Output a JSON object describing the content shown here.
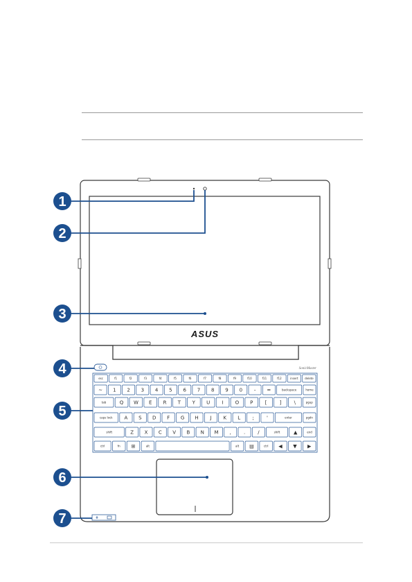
{
  "callouts": [
    {
      "number": "1"
    },
    {
      "number": "2"
    },
    {
      "number": "3"
    },
    {
      "number": "4"
    },
    {
      "number": "5"
    },
    {
      "number": "6"
    },
    {
      "number": "7"
    }
  ],
  "colors": {
    "callout_fill": "#1c4f8f",
    "leader_line": "#1c4f8f",
    "outline": "#3a3a3a",
    "key_outline": "#2e5c99"
  },
  "laptop": {
    "logo": "ASUS",
    "palmrest_brand": "SonicMaster",
    "keyboard": {
      "row_fn": [
        "esc",
        "f1",
        "f2",
        "f3",
        "f4",
        "f5",
        "f6",
        "f7",
        "f8",
        "f9",
        "f10",
        "f11",
        "f12",
        "insert",
        "delete"
      ],
      "row_num": [
        "~",
        "1",
        "2",
        "3",
        "4",
        "5",
        "6",
        "7",
        "8",
        "9",
        "0",
        "-",
        "=",
        "backspace",
        "home"
      ],
      "row_q": [
        "tab",
        "Q",
        "W",
        "E",
        "R",
        "T",
        "Y",
        "U",
        "I",
        "O",
        "P",
        "[",
        "]",
        "\\",
        "pgup"
      ],
      "row_a": [
        "caps lock",
        "A",
        "S",
        "D",
        "F",
        "G",
        "H",
        "J",
        "K",
        "L",
        ";",
        "'",
        "enter",
        "pgdn"
      ],
      "row_z": [
        "shift",
        "Z",
        "X",
        "C",
        "V",
        "B",
        "N",
        "M",
        ",",
        ".",
        "/",
        "shift",
        "▲",
        "end"
      ],
      "row_ctrl": [
        "ctrl",
        "fn",
        "⊞",
        "alt",
        "",
        "alt",
        "▤",
        "ctrl",
        "◀",
        "▼",
        "▶"
      ]
    }
  }
}
